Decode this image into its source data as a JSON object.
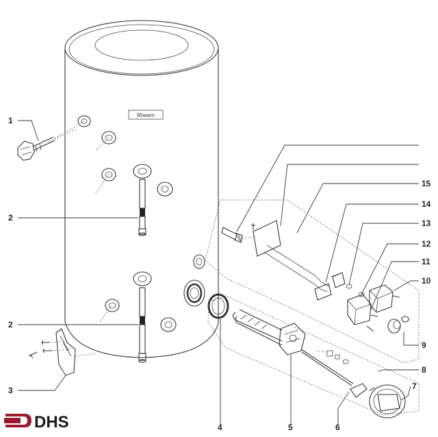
{
  "diagram": {
    "cylinder_brand": "Rheem",
    "callouts": [
      "1",
      "2",
      "2",
      "3",
      "4",
      "5",
      "6",
      "7",
      "8",
      "9",
      "10",
      "11",
      "12",
      "13",
      "14",
      "15"
    ],
    "logo": {
      "text": "DHS",
      "color": "#9b1b2a"
    }
  }
}
